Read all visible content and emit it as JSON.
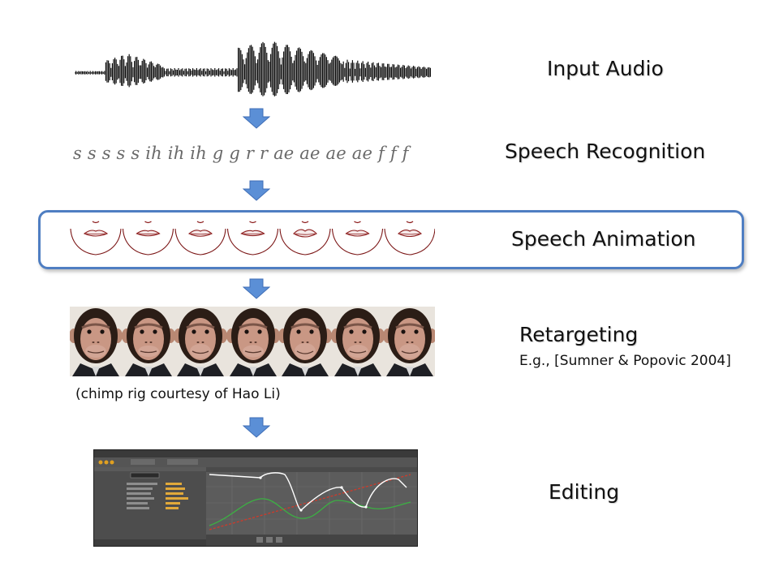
{
  "stages": {
    "input_audio": "Input Audio",
    "speech_recognition": "Speech Recognition",
    "speech_animation": "Speech Animation",
    "retargeting": "Retargeting",
    "retargeting_ref": "E.g., [Sumner & Popovic 2004]",
    "editing": "Editing"
  },
  "phoneme_sequence": "s s s s s ih ih ih g g r r ae ae ae ae f f f",
  "chimp_caption": "(chimp rig courtesy of Hao Li)",
  "colors": {
    "accent_blue": "#4f7ec2",
    "arrow_blue": "#5b8fd6",
    "editor_white_curve": "#ffffff",
    "editor_green_curve": "#3cb043",
    "editor_red_curve": "#d03a2a"
  },
  "icons": {
    "arrow": "down-arrow-icon",
    "waveform": "audio-waveform",
    "mouth": "mouth-shape-icon",
    "chimp": "chimp-face-image"
  }
}
